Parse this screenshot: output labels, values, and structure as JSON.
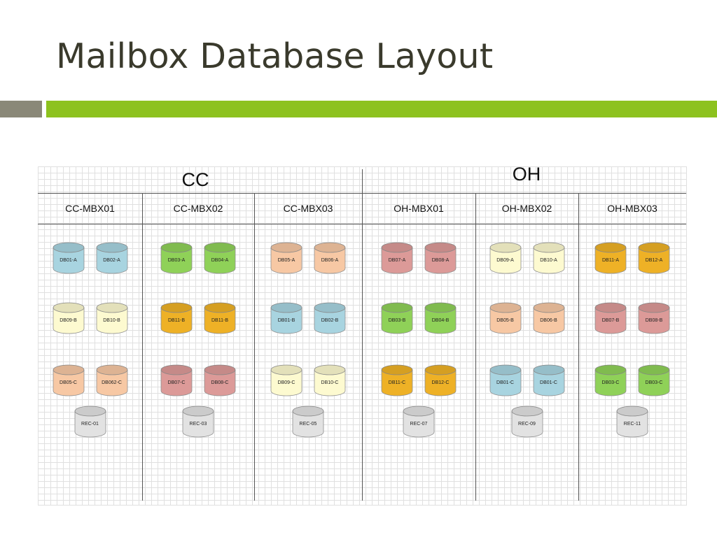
{
  "slide": {
    "title": "Mailbox Database Layout"
  },
  "regions": [
    {
      "name": "CC"
    },
    {
      "name": "OH"
    }
  ],
  "colors": {
    "blue": "#a8d4e0",
    "green": "#8fd158",
    "peach": "#f7c8a4",
    "red": "#dc9a98",
    "yellow": "#fdfad0",
    "orange": "#eeb126",
    "gray": "#e2e2e2",
    "accent_bar": "#8dc21f",
    "accent_block": "#8a8878"
  },
  "servers": [
    {
      "name": "CC-MBX01",
      "rows": [
        [
          {
            "label": "DB01-A",
            "color": "blue"
          },
          {
            "label": "DB02-A",
            "color": "blue"
          }
        ],
        [
          {
            "label": "DB09-B",
            "color": "yellow"
          },
          {
            "label": "DB10-B",
            "color": "yellow"
          }
        ],
        [
          {
            "label": "DB05-C",
            "color": "peach"
          },
          {
            "label": "DB062-C",
            "color": "peach"
          }
        ]
      ],
      "recovery": {
        "label": "REC-01",
        "color": "gray"
      }
    },
    {
      "name": "CC-MBX02",
      "rows": [
        [
          {
            "label": "DB03-A",
            "color": "green"
          },
          {
            "label": "DB04-A",
            "color": "green"
          }
        ],
        [
          {
            "label": "DB11-B",
            "color": "orange"
          },
          {
            "label": "DB11-B",
            "color": "orange"
          }
        ],
        [
          {
            "label": "DB07-C",
            "color": "red"
          },
          {
            "label": "DB08-C",
            "color": "red"
          }
        ]
      ],
      "recovery": {
        "label": "REC-03",
        "color": "gray"
      }
    },
    {
      "name": "CC-MBX03",
      "rows": [
        [
          {
            "label": "DB05-A",
            "color": "peach"
          },
          {
            "label": "DB06-A",
            "color": "peach"
          }
        ],
        [
          {
            "label": "DB01-B",
            "color": "blue"
          },
          {
            "label": "DB02-B",
            "color": "blue"
          }
        ],
        [
          {
            "label": "DB09-C",
            "color": "yellow"
          },
          {
            "label": "DB10-C",
            "color": "yellow"
          }
        ]
      ],
      "recovery": {
        "label": "REC-05",
        "color": "gray"
      }
    },
    {
      "name": "OH-MBX01",
      "rows": [
        [
          {
            "label": "DB07-A",
            "color": "red"
          },
          {
            "label": "DB08-A",
            "color": "red"
          }
        ],
        [
          {
            "label": "DB03-B",
            "color": "green"
          },
          {
            "label": "DB04-B",
            "color": "green"
          }
        ],
        [
          {
            "label": "DB11-C",
            "color": "orange"
          },
          {
            "label": "DB12-C",
            "color": "orange"
          }
        ]
      ],
      "recovery": {
        "label": "REC-07",
        "color": "gray"
      }
    },
    {
      "name": "OH-MBX02",
      "rows": [
        [
          {
            "label": "DB09-A",
            "color": "yellow"
          },
          {
            "label": "DB10-A",
            "color": "yellow"
          }
        ],
        [
          {
            "label": "DB05-B",
            "color": "peach"
          },
          {
            "label": "DB06-B",
            "color": "peach"
          }
        ],
        [
          {
            "label": "DB01-C",
            "color": "blue"
          },
          {
            "label": "DB01-C",
            "color": "blue"
          }
        ]
      ],
      "recovery": {
        "label": "REC-09",
        "color": "gray"
      }
    },
    {
      "name": "OH-MBX03",
      "rows": [
        [
          {
            "label": "DB11-A",
            "color": "orange"
          },
          {
            "label": "DB12-A",
            "color": "orange"
          }
        ],
        [
          {
            "label": "DB07-B",
            "color": "red"
          },
          {
            "label": "DB08-B",
            "color": "red"
          }
        ],
        [
          {
            "label": "DB03-C",
            "color": "green"
          },
          {
            "label": "DB03-C",
            "color": "green"
          }
        ]
      ],
      "recovery": {
        "label": "REC-11",
        "color": "gray"
      }
    }
  ]
}
